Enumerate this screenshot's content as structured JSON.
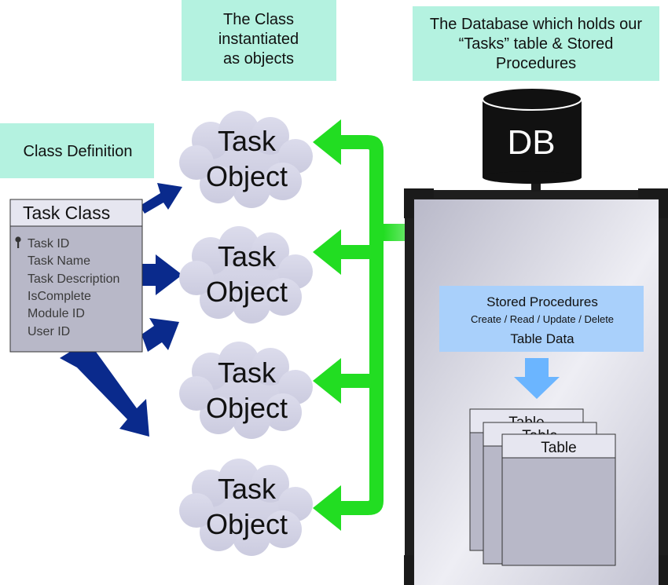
{
  "captions": {
    "class_definition": "Class Definition",
    "instantiated": [
      "The Class",
      "instantiated",
      "as objects"
    ],
    "database": [
      "The Database which holds our",
      "“Tasks” table & Stored",
      "Procedures"
    ]
  },
  "task_class": {
    "title": "Task Class",
    "fields": [
      "Task ID",
      "Task Name",
      "Task Description",
      "IsComplete",
      "Module ID",
      "User ID"
    ],
    "key_icon": "key-icon"
  },
  "task_objects": [
    {
      "line1": "Task",
      "line2": "Object"
    },
    {
      "line1": "Task",
      "line2": "Object"
    },
    {
      "line1": "Task",
      "line2": "Object"
    },
    {
      "line1": "Task",
      "line2": "Object"
    }
  ],
  "database": {
    "label": "DB"
  },
  "stored_procedures": {
    "title": "Stored Procedures",
    "operations": "Create / Read / Update / Delete",
    "data_label": "Table Data"
  },
  "tables": [
    "Table",
    "Table",
    "Table"
  ],
  "colors": {
    "mint": "#b4f2e0",
    "navy_arrow": "#0a2a8c",
    "green_arrow": "#22dd22",
    "blue_pipe": "#6bb5ff",
    "cloud": "#d3d3e5",
    "db": "#111111",
    "panel": "#c8c8d6",
    "sp_box": "#a9d0fb"
  }
}
